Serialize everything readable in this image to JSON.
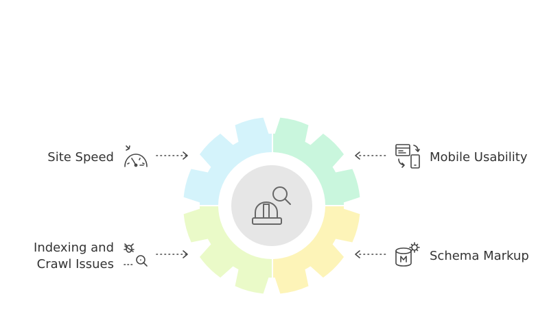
{
  "diagram": {
    "center_icon": "hard-hat-magnifier-icon",
    "segments": [
      {
        "name": "site-speed",
        "color": "#d4f3fb",
        "quadrant": "top-left"
      },
      {
        "name": "mobile-usability",
        "color": "#c9f6dd",
        "quadrant": "top-right"
      },
      {
        "name": "indexing-crawl",
        "color": "#eafac8",
        "quadrant": "bottom-left"
      },
      {
        "name": "schema-markup",
        "color": "#fdf4b8",
        "quadrant": "bottom-right"
      }
    ],
    "hub_color": "#e6e6e6",
    "icon_color": "#555555",
    "items": {
      "site_speed": {
        "label": "Site Speed",
        "icon": "speedometer-icon"
      },
      "mobile_usability": {
        "label": "Mobile Usability",
        "icon": "responsive-devices-icon"
      },
      "indexing": {
        "label_line1": "Indexing and",
        "label_line2": "Crawl Issues",
        "icon": "bug-search-icon"
      },
      "schema_markup": {
        "label": "Schema Markup",
        "icon": "database-markup-icon"
      }
    }
  }
}
